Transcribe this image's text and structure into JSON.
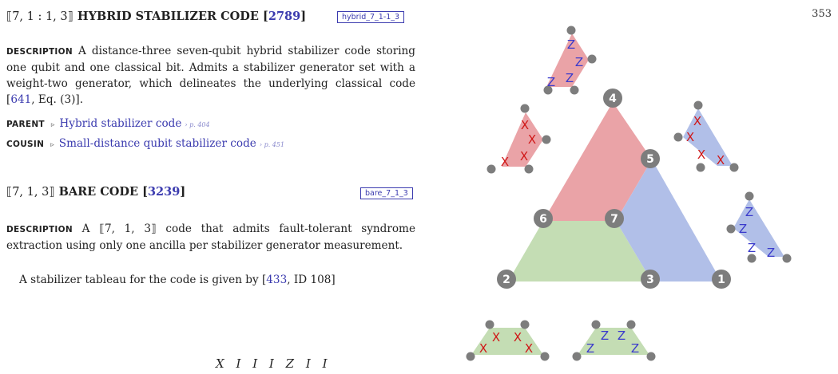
{
  "page_number": "353",
  "entry1": {
    "bracket_open": "⟦",
    "params": "7, 1 : 1, 3",
    "bracket_close": "⟧",
    "name": "HYBRID STABILIZER CODE",
    "ref_open": "[",
    "ref": "2789",
    "ref_close": "]",
    "tag": "hybrid_7_1-1_3",
    "description_label": "DESCRIPTION",
    "description": "A distance-three seven-qubit hybrid stabilizer code storing one qubit and one classical bit. Admits a stabilizer generator set with a weight-two generator, which delineates the underlying classical code [",
    "description_cite": "641",
    "description_tail": ", Eq. (3)].",
    "parent_label": "PARENT",
    "parent_arrow": "▹",
    "parent": "Hybrid stabilizer code",
    "parent_page": "› p. 404",
    "cousin_label": "COUSIN",
    "cousin_arrow": "▹",
    "cousin": "Small-distance qubit stabilizer code",
    "cousin_page": "› p. 451"
  },
  "entry2": {
    "bracket_open": "⟦",
    "params": "7, 1, 3",
    "bracket_close": "⟧",
    "name": "BARE CODE",
    "ref_open": "[",
    "ref": "3239",
    "ref_close": "]",
    "tag": "bare_7_1_3",
    "description_label": "DESCRIPTION",
    "description_a": "A ⟦7, 1, 3⟧ code that admits fault-tolerant syndrome extraction using only one ancilla per stabilizer generator measurement.",
    "tableau_intro": "A stabilizer tableau for the code is given by [",
    "tableau_cite": "433",
    "tableau_tail": ", ID 108]",
    "tableau_row": [
      "X",
      "I",
      "I",
      "I",
      "Z",
      "I",
      "I"
    ]
  },
  "figure": {
    "vertex_labels": [
      "4",
      "5",
      "6",
      "7",
      "2",
      "3",
      "1"
    ],
    "colors": {
      "red": "#eaa3a7",
      "green": "#c4ddb4",
      "blue": "#b1bfe8",
      "vertex": "#7d7d7d",
      "x": "#d01818",
      "z": "#3a3acc"
    },
    "paulis": {
      "x": "X",
      "z": "Z"
    }
  }
}
